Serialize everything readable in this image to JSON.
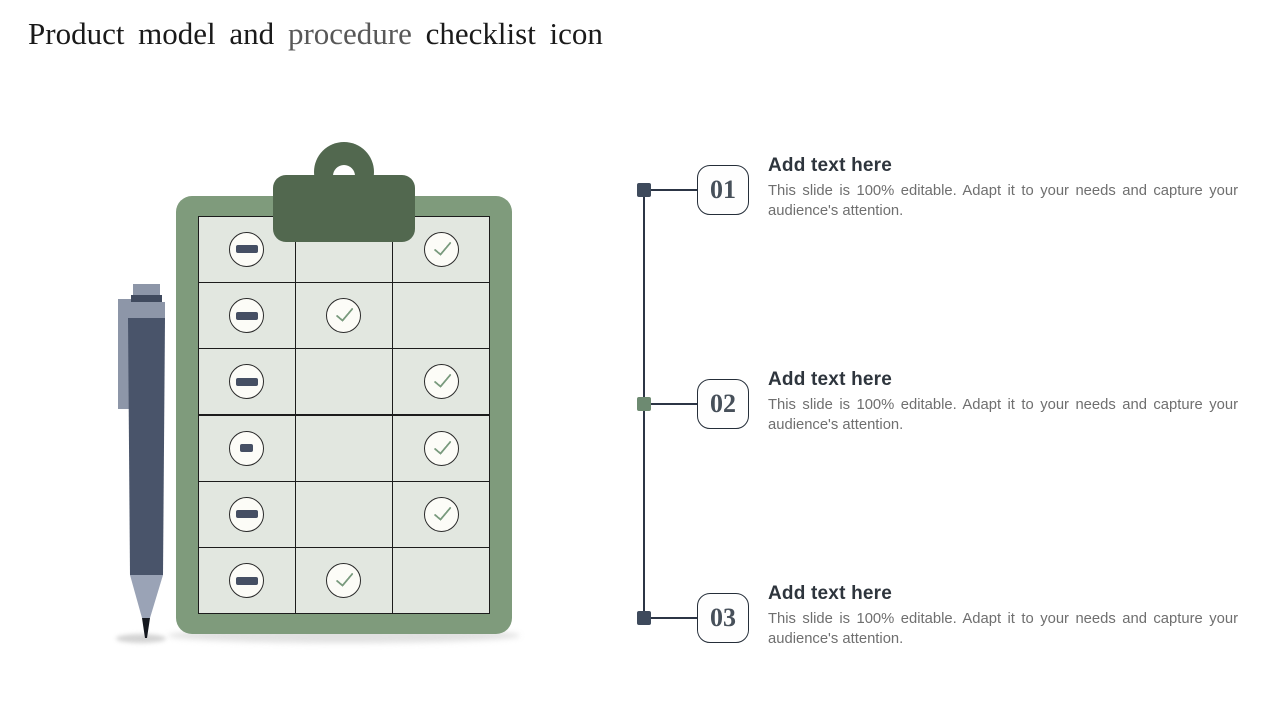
{
  "title": {
    "part1": "Product model and ",
    "part2": "procedure",
    "part3": " checklist icon"
  },
  "clipboard": {
    "rows": [
      {
        "cells": [
          "minus",
          "none",
          "check"
        ]
      },
      {
        "cells": [
          "minus",
          "check",
          "none"
        ]
      },
      {
        "cells": [
          "minus",
          "none",
          "check"
        ]
      },
      {
        "cells": [
          "minus-sm",
          "none",
          "check"
        ]
      },
      {
        "cells": [
          "minus",
          "none",
          "check"
        ]
      },
      {
        "cells": [
          "minus",
          "check",
          "none"
        ]
      }
    ],
    "colors": {
      "frame_green": "#7f9b7c",
      "clip_green": "#52684f",
      "cell_bg": "#e2e7e0",
      "grid_line": "#1c1c1c",
      "check_green": "#7a9b7e",
      "minus_navy": "#454f63",
      "circle_bg": "#fcfcf7"
    }
  },
  "pen": {
    "colors": {
      "body": "#49546a",
      "accent": "#8d96a8",
      "cone": "#9aa3b6",
      "tip": "#15181f"
    }
  },
  "timeline": {
    "line_color": "#2c3545",
    "items": [
      {
        "number": "01",
        "heading": "Add text here",
        "description": "This slide is 100% editable. Adapt it to your needs and capture your audience's attention.",
        "marker_color": "#3e4a5c"
      },
      {
        "number": "02",
        "heading": "Add text here",
        "description": "This slide is 100% editable. Adapt it to your needs and capture your audience's attention.",
        "marker_color": "#6d8a71"
      },
      {
        "number": "03",
        "heading": "Add text here",
        "description": "This slide is 100% editable. Adapt it to your needs and capture your audience's attention.",
        "marker_color": "#3e4a5c"
      }
    ]
  }
}
